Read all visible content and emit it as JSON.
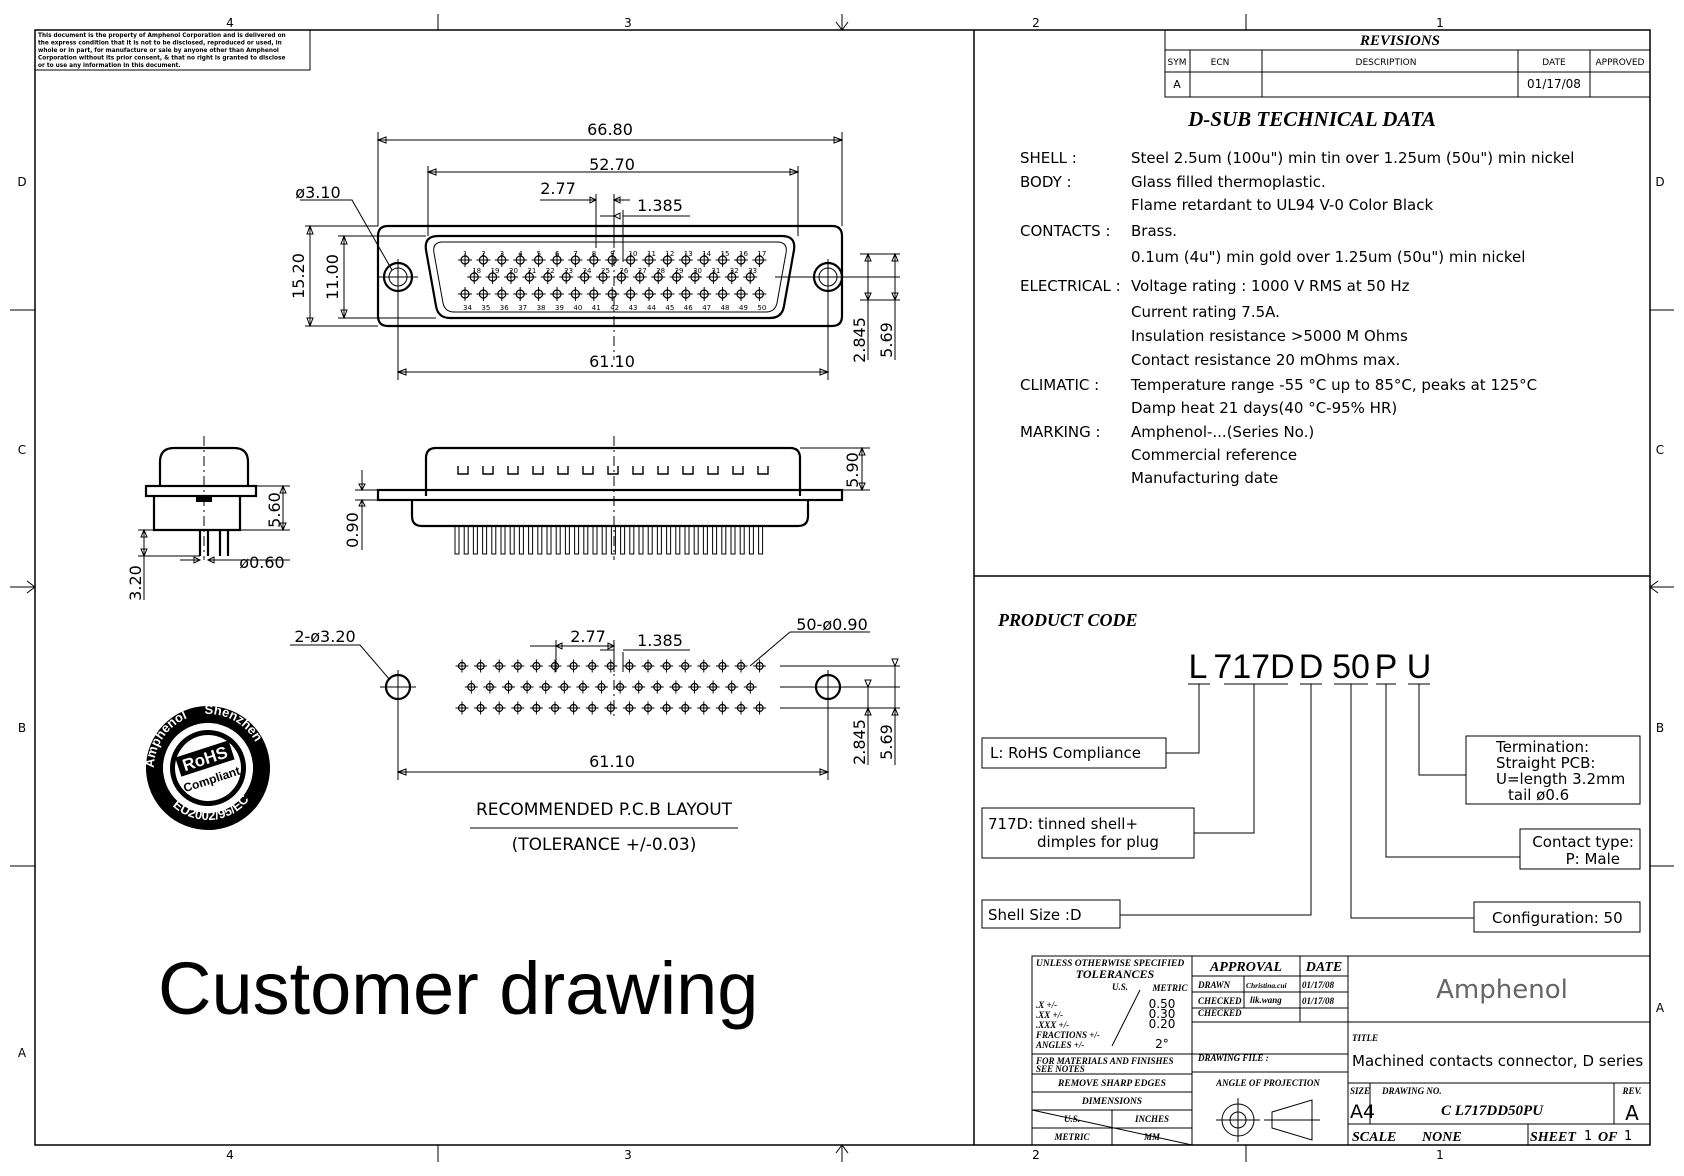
{
  "notice": {
    "lines": [
      "This document is the property of Amphenol Corporation and is delivered on",
      "the express condition that it is not to be disclosed, reproduced or used, in",
      "whole or in part, for manufacture or sale by anyone other than Amphenol",
      "Corporation without its prior consent, & that no right is granted to disclose",
      "or to use any information in this document."
    ]
  },
  "grid": {
    "columns": [
      "4",
      "3",
      "2",
      "1"
    ],
    "rows": [
      "D",
      "C",
      "B",
      "A"
    ]
  },
  "revisions": {
    "title": "REVISIONS",
    "headers": [
      "SYM",
      "ECN",
      "DESCRIPTION",
      "DATE",
      "APPROVED"
    ],
    "rows": [
      {
        "sym": "A",
        "ecn": "",
        "description": "",
        "date": "01/17/08",
        "approved": ""
      }
    ]
  },
  "tech": {
    "title": "D-SUB TECHNICAL DATA",
    "rows": [
      {
        "label": "SHELL :",
        "text": "Steel 2.5um (100u\") min tin over 1.25um (50u\") min nickel"
      },
      {
        "label": "BODY :",
        "text": "Glass filled thermoplastic."
      },
      {
        "label": "",
        "text": "Flame retardant to UL94 V-0   Color   Black"
      },
      {
        "label": "CONTACTS :",
        "text": "Brass."
      },
      {
        "label": "",
        "text": "0.1um (4u\") min gold over 1.25um (50u\") min nickel"
      },
      {
        "label": "ELECTRICAL :",
        "text": "Voltage rating : 1000 V RMS at 50 Hz"
      },
      {
        "label": "",
        "text": "Current rating 7.5A."
      },
      {
        "label": "",
        "text": "Insulation resistance >5000 M Ohms"
      },
      {
        "label": "",
        "text": "Contact resistance 20 mOhms max."
      },
      {
        "label": "CLIMATIC :",
        "text": "Temperature range -55 °C up to 85°C, peaks at 125°C"
      },
      {
        "label": "",
        "text": "Damp heat 21 days(40 °C-95% HR)"
      },
      {
        "label": "MARKING :",
        "text": "Amphenol-...(Series No.)"
      },
      {
        "label": "",
        "text": "Commercial reference"
      },
      {
        "label": "",
        "text": "Manufacturing date"
      }
    ]
  },
  "product": {
    "title": "PRODUCT CODE",
    "code_parts": [
      "L",
      "717D",
      "D",
      "50",
      "P",
      "U"
    ],
    "boxes": {
      "rohs": "L: RoHS Compliance",
      "shell_line1": "717D: tinned shell+",
      "shell_line2": "dimples for plug",
      "size": "Shell Size :D",
      "term_line1": "Termination:",
      "term_line2": "Straight PCB:",
      "term_line3": "U=length  3.2mm",
      "term_line4": "tail  ø0.6",
      "contact_line1": "Contact type:",
      "contact_line2": "P: Male",
      "config": "Configuration: 50"
    }
  },
  "dims": {
    "w_overall": "66.80",
    "w_shell": "52.70",
    "pitch": "2.77",
    "half_pitch": "1.385",
    "hole_dia": "ø3.10",
    "h_flange": "15.20",
    "h_shell": "11.00",
    "mount_span": "61.10",
    "row_off": "2.845",
    "row_span": "5.69",
    "depth": "5.90",
    "flange_t": "0.90",
    "side_h": "5.60",
    "tail_len": "3.20",
    "tail_dia": "ø0.60",
    "pcb_holes": "2-ø3.20",
    "pcb_pins": "50-ø0.90",
    "pcb_span": "61.10",
    "pcb_pitch": "2.77",
    "pcb_half": "1.385",
    "pcb_off": "2.845",
    "pcb_rowspan": "5.69",
    "pcb_title": "RECOMMENDED P.C.B LAYOUT",
    "pcb_tol": "(TOLERANCE +/-0.03)"
  },
  "pins": {
    "row1": [
      "1",
      "2",
      "3",
      "4",
      "5",
      "6",
      "7",
      "8",
      "9",
      "10",
      "11",
      "12",
      "13",
      "14",
      "15",
      "16",
      "17"
    ],
    "row2": [
      "18",
      "19",
      "20",
      "21",
      "22",
      "23",
      "24",
      "25",
      "26",
      "27",
      "28",
      "29",
      "30",
      "31",
      "32",
      "33"
    ],
    "row3": [
      "34",
      "35",
      "36",
      "37",
      "38",
      "39",
      "40",
      "41",
      "42",
      "43",
      "44",
      "45",
      "46",
      "47",
      "48",
      "49",
      "50"
    ]
  },
  "stamp": {
    "top": "Amphenol",
    "right": "Shenzhen",
    "center1": "RoHS",
    "center2": "Compliant",
    "bottom": "EU2002/95/EC"
  },
  "watermark": "Customer drawing",
  "title_block": {
    "tol_title1": "UNLESS OTHERWISE SPECIFIED",
    "tol_title2": "TOLERANCES",
    "us": "U.S.",
    "metric": "METRIC",
    "tol_rows": [
      {
        "label": ".X    +/-",
        "value": "0.50"
      },
      {
        "label": ".XX   +/-",
        "value": "0.30"
      },
      {
        "label": ".XXX  +/-",
        "value": "0.20"
      },
      {
        "label": "FRACTIONS +/-",
        "value": ""
      },
      {
        "label": "ANGLES +/-",
        "value": "2°"
      }
    ],
    "materials1": "FOR MATERIALS AND FINISHES",
    "materials2": "SEE NOTES",
    "sharp": "REMOVE SHARP EDGES",
    "dimensions": "DIMENSIONS",
    "dim_us": "U.S.",
    "dim_inches": "INCHES",
    "dim_metric": "METRIC",
    "dim_mm": "MM",
    "approval": "APPROVAL",
    "date": "DATE",
    "drawn": "DRAWN",
    "drawn_by": "Christina.cui",
    "drawn_date": "01/17/08",
    "checked": "CHECKED",
    "checked_by": "lik.wang",
    "checked_date": "01/17/08",
    "checked2": "CHECKED",
    "drawing_file": "DRAWING FILE :",
    "angle": "ANGLE OF PROJECTION",
    "company": "Amphenol",
    "title_label": "TITLE",
    "title": "Machined contacts connector, D series",
    "size_label": "SIZE",
    "size": "A4",
    "drawing_no_label": "DRAWING NO.",
    "drawing_no": "C  L717DD50PU",
    "rev_label": "REV.",
    "rev": "A",
    "scale_label": "SCALE",
    "scale": "NONE",
    "sheet_label": "SHEET",
    "sheet": "1",
    "of_label": "OF",
    "of": "1"
  }
}
